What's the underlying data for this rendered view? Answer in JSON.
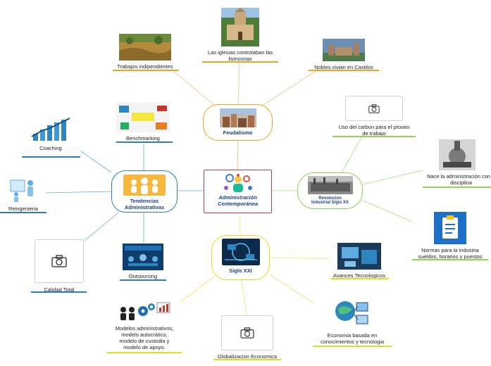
{
  "center": {
    "line1": "Administración",
    "line2": "Contemporánea",
    "icon": "people-gears-icon"
  },
  "hubs": {
    "feudalismo": {
      "label": "Feudalismo",
      "color": "#f0a31c",
      "icon": "castle-town-photo"
    },
    "tendencias": {
      "line1": "Tendencias",
      "line2": "Administrativas",
      "color": "#2c7fb8",
      "icon": "team-people-icon"
    },
    "revolucion": {
      "line1": "Revolucion",
      "line2": "Industrial Siglo XX",
      "color": "#8ed64f",
      "icon": "factory-photo"
    },
    "siglo": {
      "label": "Siglo XXI",
      "color": "#e2dd1d",
      "icon": "digital-tech-photo"
    }
  },
  "leaves": {
    "trabajos": {
      "label": "Trabajos indipendientes",
      "icon": "farm-field-photo"
    },
    "iglesias": {
      "line1": "Las iglesias controlaban las",
      "line2": "lismosnas",
      "icon": "church-photo"
    },
    "nobles": {
      "label": "Nobles vivian en Castilos",
      "icon": "castle-photo"
    },
    "benchmarking": {
      "label": "Benchmarking",
      "icon": "benchmarking-photo"
    },
    "coaching": {
      "label": "Coaching",
      "icon": "growth-chart-icon"
    },
    "reingenieria": {
      "label": "Reingenieria",
      "icon": "office-people-icon"
    },
    "calidad": {
      "label": "Calidad Total",
      "icon": "camera-icon"
    },
    "outsourcing": {
      "label": "Outsourcing",
      "icon": "outsourcing-photo"
    },
    "carbon": {
      "line1": "Uso del carbon para el proseo",
      "line2": "de trabajo",
      "icon": "camera-icon"
    },
    "nace": {
      "line1": "Nace la administración con",
      "line2": "disciplina",
      "icon": "steam-engine-photo"
    },
    "normas": {
      "line1": "Normas para la industria",
      "line2": "sueldos, horarios y puestos",
      "icon": "clipboard-icon"
    },
    "avances": {
      "label": "Avances Tecnologicos",
      "icon": "tech-devices-photo"
    },
    "economia": {
      "line1": "Economia basada en",
      "line2": "conocimientos y tecnologia",
      "icon": "globe-network-icon"
    },
    "globalizacion": {
      "label": "Globalizacion Economica",
      "icon": "camera-icon"
    },
    "modelos": {
      "line1": "Modelos administrativos,",
      "line2": "modelo autocrático,",
      "line3": "modelo de custodia y",
      "line4": "modelo de apoyo.",
      "icon": "people-gears-chart-icon"
    }
  }
}
